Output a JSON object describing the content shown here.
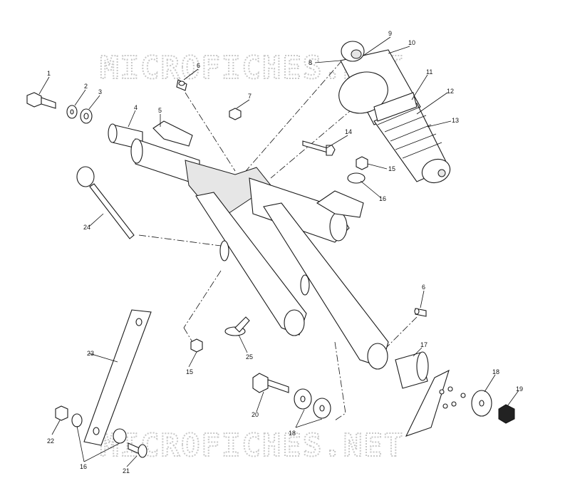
{
  "watermark": {
    "top": "MICROFICHES.NET",
    "bottom": "MICROFICHES.NET"
  },
  "callouts": [
    {
      "id": "c1",
      "label": "1"
    },
    {
      "id": "c2",
      "label": "2"
    },
    {
      "id": "c3",
      "label": "3"
    },
    {
      "id": "c4",
      "label": "4"
    },
    {
      "id": "c5",
      "label": "5"
    },
    {
      "id": "c6a",
      "label": "6"
    },
    {
      "id": "c7",
      "label": "7"
    },
    {
      "id": "c8",
      "label": "8"
    },
    {
      "id": "c9",
      "label": "9"
    },
    {
      "id": "c10",
      "label": "10"
    },
    {
      "id": "c11",
      "label": "11"
    },
    {
      "id": "c12",
      "label": "12"
    },
    {
      "id": "c13",
      "label": "13"
    },
    {
      "id": "c14",
      "label": "14"
    },
    {
      "id": "c15a",
      "label": "15"
    },
    {
      "id": "c16a",
      "label": "16"
    },
    {
      "id": "c24",
      "label": "24"
    },
    {
      "id": "c6b",
      "label": "6"
    },
    {
      "id": "c17",
      "label": "17"
    },
    {
      "id": "c18a",
      "label": "18"
    },
    {
      "id": "c19",
      "label": "19"
    },
    {
      "id": "c23",
      "label": "23"
    },
    {
      "id": "c25",
      "label": "25"
    },
    {
      "id": "c15b",
      "label": "15"
    },
    {
      "id": "c20",
      "label": "20"
    },
    {
      "id": "c18b",
      "label": "18"
    },
    {
      "id": "c22",
      "label": "22"
    },
    {
      "id": "c16b",
      "label": "16"
    },
    {
      "id": "c21",
      "label": "21"
    }
  ]
}
